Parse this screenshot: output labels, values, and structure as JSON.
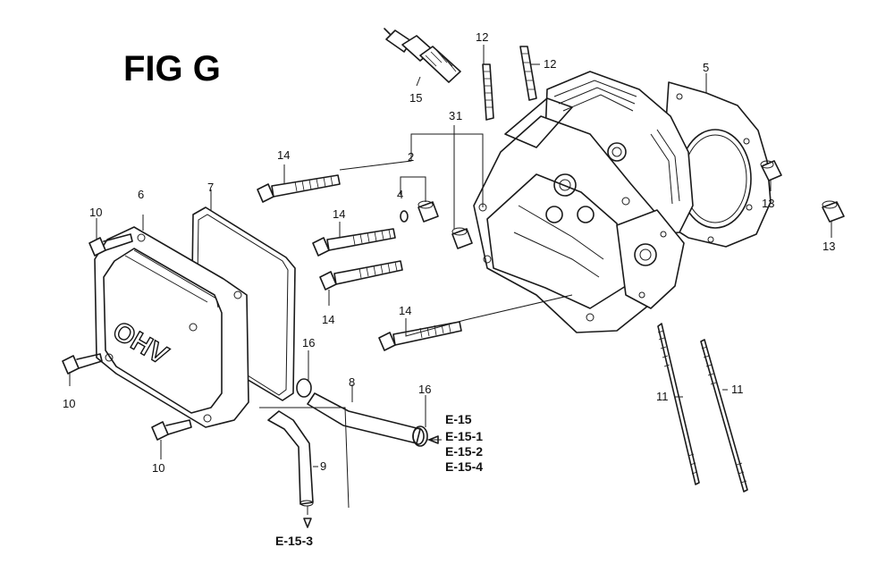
{
  "figure": {
    "title": "FIG G"
  },
  "cover_text": "OHV",
  "callouts": {
    "c1": "1",
    "c2": "2",
    "c3": "3",
    "c4": "4",
    "c5": "5",
    "c6": "6",
    "c7": "7",
    "c8": "8",
    "c9": "9",
    "c10a": "10",
    "c10b": "10",
    "c10c": "10",
    "c11a": "11",
    "c11b": "11",
    "c12a": "12",
    "c12b": "12",
    "c13a": "13",
    "c13b": "13",
    "c14a": "14",
    "c14b": "14",
    "c14c": "14",
    "c15": "15",
    "c16a": "16",
    "c16b": "16"
  },
  "references": {
    "e15": "E-15",
    "e15_1": "E-15-1",
    "e15_2": "E-15-2",
    "e15_4": "E-15-4",
    "e15_3": "E-15-3"
  }
}
